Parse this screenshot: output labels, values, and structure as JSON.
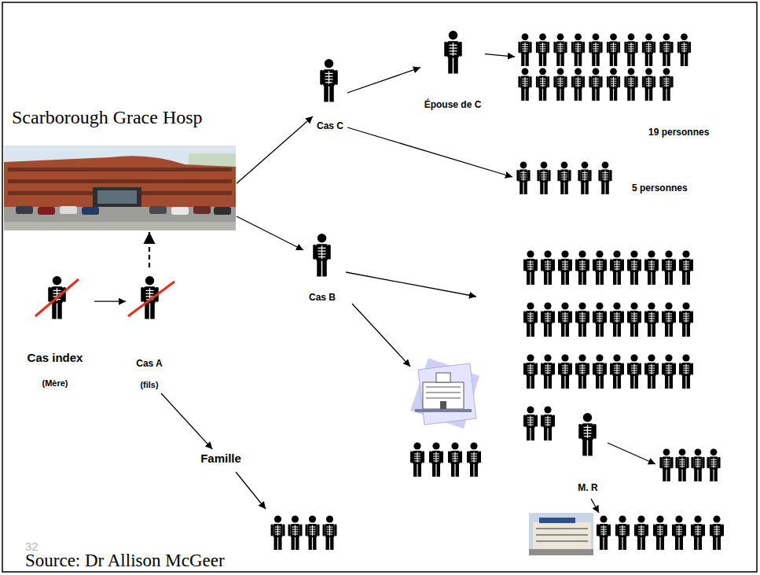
{
  "diagram": {
    "nodes": [
      {
        "text": [
          "Scarborough Grace Hosp"
        ]
      },
      {
        "text": [
          "Cas C"
        ]
      },
      {
        "text": [
          "Épouse de C"
        ]
      },
      {
        "text": [
          "19 personnes"
        ]
      },
      {
        "text": [
          "5 personnes"
        ]
      },
      {
        "text": [
          "Cas B"
        ]
      },
      {
        "text": [
          "Cas index",
          "(Mère)"
        ]
      },
      {
        "text": [
          "Cas A",
          "(fils)"
        ]
      },
      {
        "text": [
          "M. R"
        ]
      },
      {
        "text": [
          "Famille"
        ]
      }
    ],
    "edges": [
      {
        "from": 6,
        "to": 7,
        "arrow": "to"
      },
      {
        "from": 7,
        "to": 0,
        "arrow": "to"
      },
      {
        "from": 0,
        "to": 1,
        "arrow": "to"
      },
      {
        "from": 0,
        "to": 5,
        "arrow": "to"
      },
      {
        "from": 1,
        "to": 2,
        "arrow": "to"
      },
      {
        "from": 2,
        "to": 3,
        "arrow": "to"
      },
      {
        "from": 1,
        "to": 4,
        "arrow": "to"
      },
      {
        "from": 7,
        "to": 9,
        "arrow": "to"
      }
    ],
    "labels": [
      "32",
      "Source: Dr Allison McGeer"
    ]
  }
}
